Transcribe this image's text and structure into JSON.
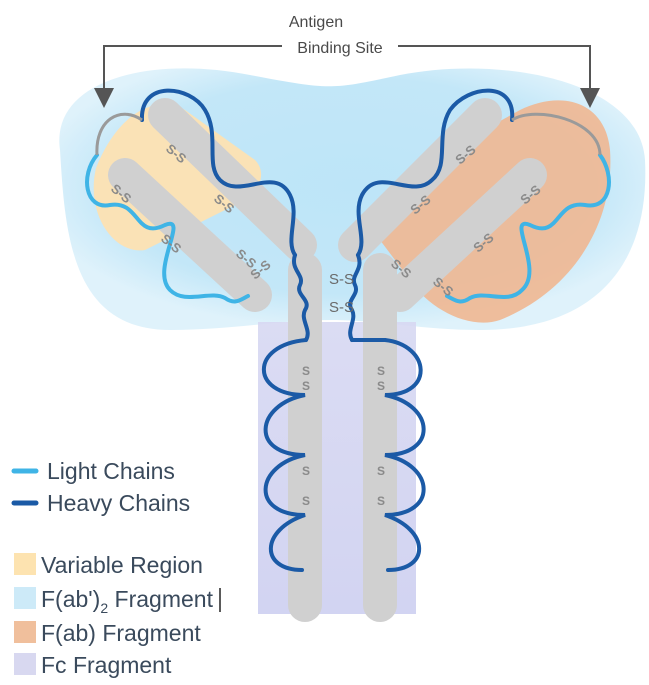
{
  "diagram": {
    "title_line1": "Antigen",
    "title_line2": "Binding Site"
  },
  "legend": {
    "line_items": [
      {
        "label": "Light Chains",
        "color": "#3fb4e6"
      },
      {
        "label": "Heavy Chains",
        "color": "#1b5aa6"
      }
    ],
    "swatch_items": [
      {
        "label": "Variable Region",
        "color": "#fde3b0"
      },
      {
        "label": "F(ab')",
        "subscript": "2",
        "suffix": " Fragment",
        "color": "#cdeaf8"
      },
      {
        "label": "F(ab) Fragment",
        "color": "#f0bf9c"
      },
      {
        "label": "Fc Fragment",
        "color": "#d8d8f0"
      }
    ]
  },
  "bond_label": "S-S",
  "colors": {
    "fab2_region": "#bfe6f8",
    "light_chain": "#3fb4e6",
    "heavy_chain": "#1b5aa6",
    "backbone": "#d2d2d2",
    "fc_region": "#cfd0ee",
    "variable_region": "#fcdcb0",
    "fab_region": "#eeb48c"
  }
}
